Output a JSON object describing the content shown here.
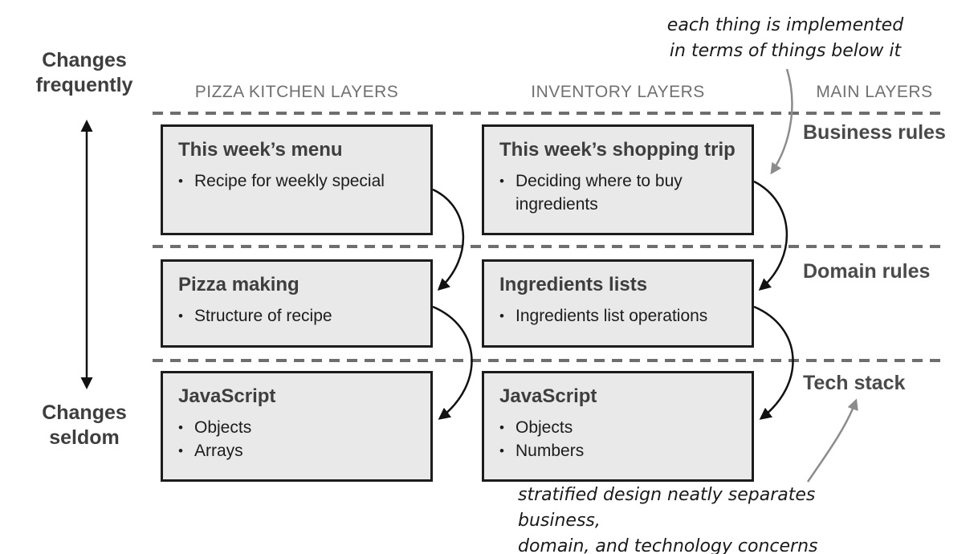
{
  "diagram": {
    "left_axis": {
      "top": "Changes frequently",
      "bottom": "Changes seldom"
    },
    "columns": [
      {
        "header": "PIZZA KITCHEN LAYERS",
        "boxes": [
          {
            "title": "This week’s menu",
            "bullets": [
              "Recipe for weekly special"
            ]
          },
          {
            "title": "Pizza making",
            "bullets": [
              "Structure of recipe"
            ]
          },
          {
            "title": "JavaScript",
            "bullets": [
              "Objects",
              "Arrays"
            ]
          }
        ]
      },
      {
        "header": "INVENTORY LAYERS",
        "boxes": [
          {
            "title": "This week’s shopping trip",
            "bullets": [
              "Deciding where to buy ingredients"
            ]
          },
          {
            "title": "Ingredients lists",
            "bullets": [
              "Ingredients list operations"
            ]
          },
          {
            "title": "JavaScript",
            "bullets": [
              "Objects",
              "Numbers"
            ]
          }
        ]
      }
    ],
    "main_layers": {
      "header": "MAIN LAYERS",
      "labels": [
        "Business rules",
        "Domain rules",
        "Tech stack"
      ]
    },
    "annotations": {
      "top": [
        "each thing is implemented",
        "in terms of things below it"
      ],
      "bottom": [
        "stratified design neatly separates business,",
        "domain, and technology concerns"
      ]
    },
    "glyphs": {
      "bullet": "•"
    },
    "colors": {
      "box_fill": "#e9e9e9",
      "box_border": "#1c1c1c",
      "dashed_divider": "#6e6e6e",
      "heading_gray": "#707070",
      "text_dark": "#3e3e3e",
      "arrow_black": "#111111",
      "arrow_gray": "#8c8c8c"
    }
  }
}
